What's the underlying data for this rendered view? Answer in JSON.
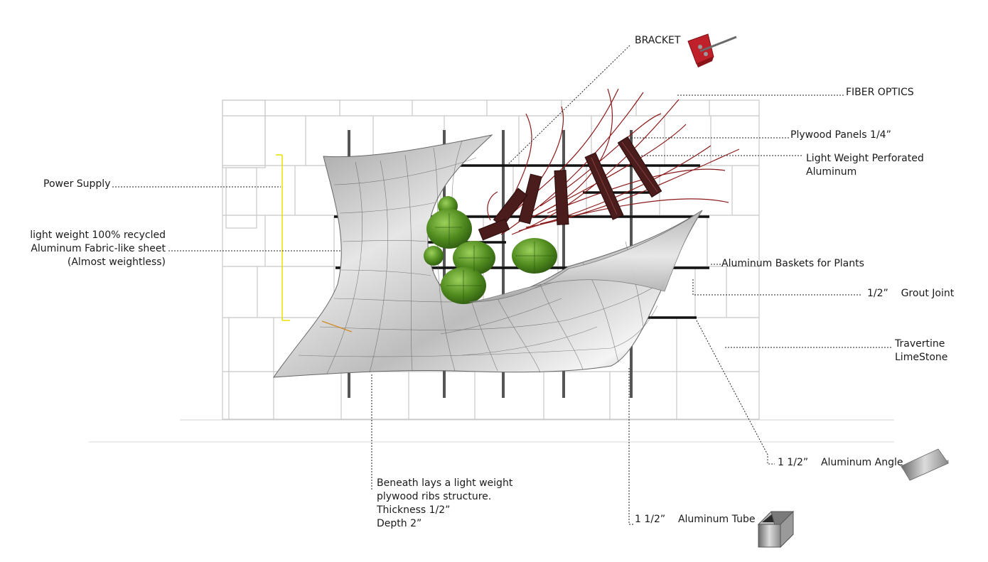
{
  "labels": {
    "bracket": "BRACKET",
    "fiber_optics": "FIBER OPTICS",
    "plywood_panels": "Plywood Panels 1/4”",
    "perforated_aluminum": [
      "Light Weight Perforated",
      "Aluminum"
    ],
    "power_supply": "Power Supply",
    "fabric_sheet": [
      "light weight 100% recycled",
      "Aluminum Fabric-like sheet",
      "(Almost weightless)"
    ],
    "baskets": "Aluminum Baskets for Plants",
    "grout_joint": "1/2”    Grout Joint",
    "travertine": [
      "Travertine",
      "LimeStone"
    ],
    "ribs": [
      "Beneath lays a light weight",
      "plywood ribs structure.",
      "Thickness 1/2”",
      "Depth 2”"
    ],
    "angle": "1 1/2”    Aluminum Angle",
    "tube": "1 1/2”    Aluminum Tube"
  },
  "colors": {
    "leader": "#222222",
    "wall_lines": "#c8c8c8",
    "surface_light": "#f4f4f4",
    "surface_dark": "#8a8a8a",
    "plywood": "#4a1c1c",
    "fiber": "#8b1a1a",
    "plants": "#4f8a1e",
    "bracket": "#c0202a",
    "power_line": "#e8e000"
  }
}
